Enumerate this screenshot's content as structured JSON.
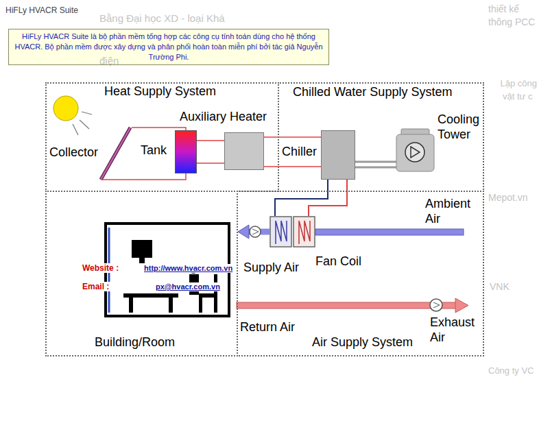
{
  "diagram": {
    "title": "HiFLy HVACR Suite",
    "nodes": [
      {
        "text": [
          "HiFLy HVACR Suite là bộ phần mềm tổng hợp các công cụ tính toán dùng cho hệ thống HVACR. Bộ phần mềm được xây dựng và phân phối hoàn toàn miễn phí bởi tác giả Nguyễn Trường Phi."
        ]
      },
      {
        "text": [
          "Heat Supply System"
        ]
      },
      {
        "text": [
          "Collector"
        ],
        "in": 1
      },
      {
        "text": [
          "Tank"
        ],
        "in": 1
      },
      {
        "text": [
          "Auxiliary Heater"
        ],
        "in": 1
      },
      {
        "text": [
          "Chilled Water Supply System"
        ]
      },
      {
        "text": [
          "Chiller"
        ],
        "in": 5
      },
      {
        "text": [
          "Cooling Tower"
        ],
        "in": 5
      },
      {
        "text": [
          "Building/Room"
        ]
      },
      {
        "text": [
          "Air Supply System"
        ]
      },
      {
        "text": [
          "Fan Coil"
        ],
        "in": 9
      }
    ],
    "edges": [
      {
        "from": 2,
        "to": 3,
        "arrow": "none"
      },
      {
        "from": 3,
        "to": 4,
        "arrow": "none"
      },
      {
        "from": 4,
        "to": 6,
        "arrow": "none"
      },
      {
        "from": 6,
        "to": 7,
        "arrow": "none"
      },
      {
        "from": 6,
        "to": 10,
        "arrow": "none"
      },
      {
        "from": 10,
        "to": 8,
        "arrow": "to"
      }
    ],
    "labels": [
      "Ambient Air",
      "Supply Air",
      "Return Air",
      "Exhaust Air",
      "Website :",
      "http://www.hvacr.com.vn",
      "Email :",
      "px@hvacr.com.vn",
      "Bằng Đại học XD - loại Khá",
      "điện",
      "thiết kế",
      "thông PCC",
      "Lập công",
      "vật tư c",
      "Mepot.vn",
      "VNK",
      "Công ty VC"
    ]
  }
}
